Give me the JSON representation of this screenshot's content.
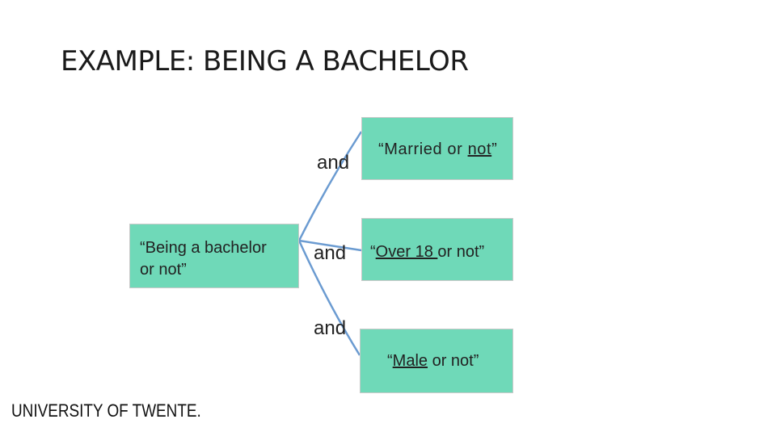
{
  "title": "EXAMPLE: BEING A BACHELOR",
  "root": {
    "line1": "“Being a bachelor",
    "line2": "or not”"
  },
  "branches": {
    "married": {
      "prefix": "“Married or ",
      "underlined": "not",
      "suffix": "”"
    },
    "over18": {
      "prefix": "“",
      "underlined": "Over 18 ",
      "suffix": "or not”"
    },
    "male": {
      "prefix": "“",
      "underlined": "Male",
      "suffix": " or not”"
    }
  },
  "connector_word": "and",
  "logo": "UNIVERSITY OF TWENTE.",
  "colors": {
    "box_fill": "#6fd9b8",
    "connector": "#6b9bd1"
  }
}
